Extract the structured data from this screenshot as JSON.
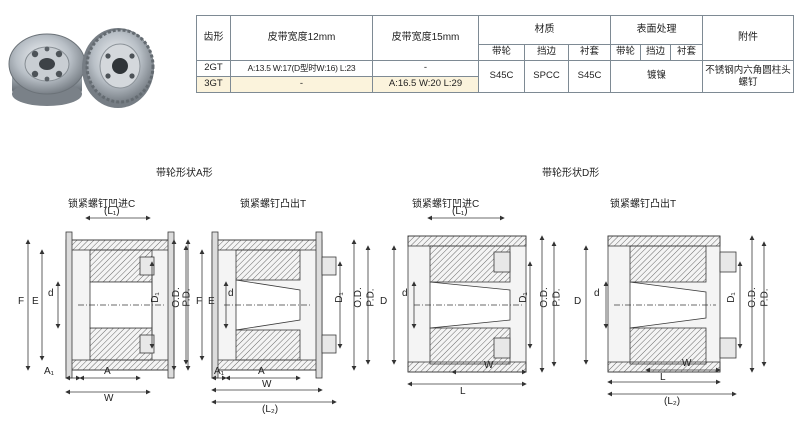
{
  "table": {
    "header": {
      "tooth": "齿形",
      "w12": "皮带宽度12mm",
      "w15": "皮带宽度15mm",
      "material": "材质",
      "surface": "表面处理",
      "accessory": "附件",
      "pulley": "带轮",
      "flange": "挡边",
      "sleeve": "衬套",
      "s_pulley": "带轮",
      "s_flange": "挡边",
      "s_sleeve": "衬套"
    },
    "rows": [
      {
        "tooth": "2GT",
        "w12": "A:13.5 W:17(D型时W:16) L:23",
        "w15": "-"
      },
      {
        "tooth": "3GT",
        "w12": "-",
        "w15": "A:16.5 W:20 L:29"
      }
    ],
    "material_values": {
      "pulley": "S45C",
      "flange": "SPCC",
      "sleeve": "S45C"
    },
    "surface_value": "镀镍",
    "accessory_value": "不锈钢内六角圆柱头螺钉"
  },
  "sections": [
    {
      "title": "带轮形状A形",
      "views": [
        {
          "caption": "锁紧螺钉凹进C",
          "dims": [
            "(L₁)",
            "F",
            "E",
            "d",
            "D₁",
            "O.D.",
            "P.D.",
            "A₁",
            "A",
            "W"
          ]
        },
        {
          "caption": "锁紧螺钉凸出T",
          "dims": [
            "F",
            "E",
            "d",
            "D₁",
            "O.D.",
            "P.D.",
            "A₁",
            "A",
            "W",
            "(L₂)"
          ]
        }
      ]
    },
    {
      "title": "带轮形状D形",
      "views": [
        {
          "caption": "锁紧螺钉凹进C",
          "dims": [
            "(L₁)",
            "D",
            "d",
            "D₁",
            "O.D.",
            "P.D.",
            "W",
            "L"
          ]
        },
        {
          "caption": "锁紧螺钉凸出T",
          "dims": [
            "D",
            "d",
            "D₁",
            "O.D.",
            "P.D.",
            "W",
            "L",
            "(L₂)"
          ]
        }
      ]
    }
  ]
}
